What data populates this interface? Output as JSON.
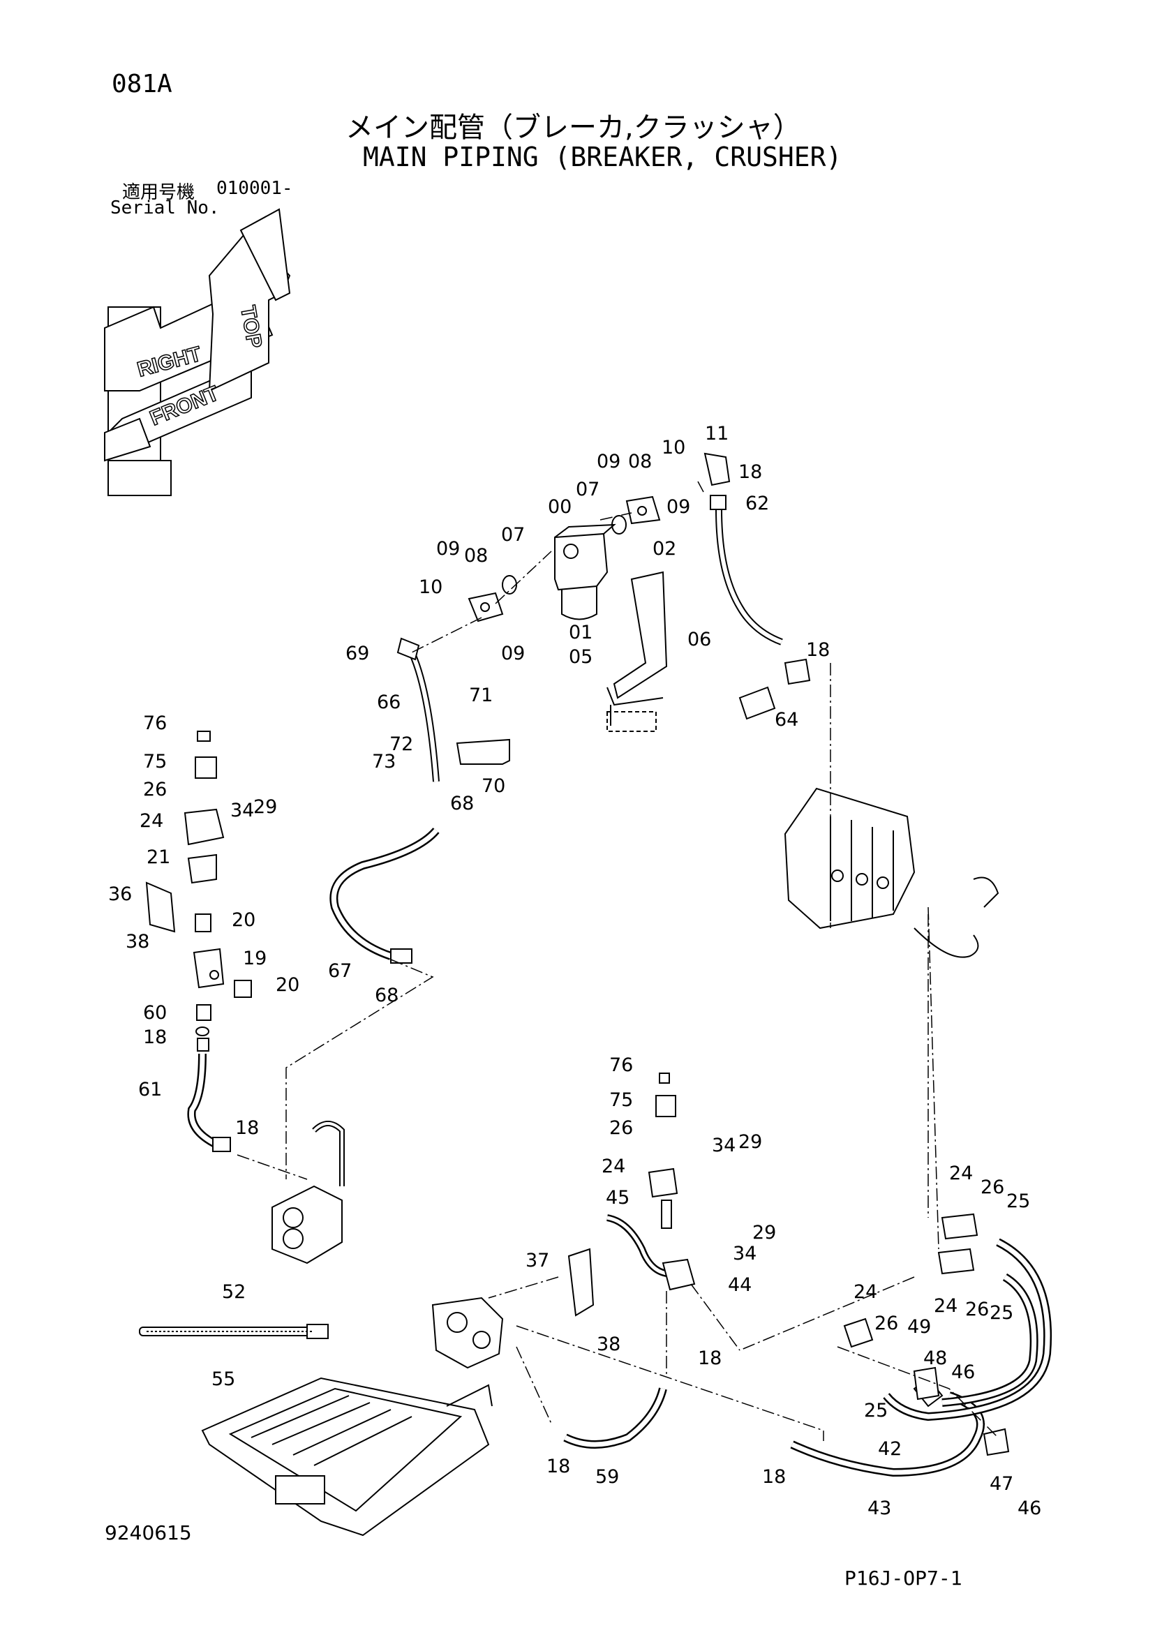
{
  "header": {
    "page_code": "081A",
    "title_jp": "メイン配管（ブレーカ,クラッシャ）",
    "title_en": "MAIN PIPING (BREAKER, CRUSHER)",
    "serial_label_jp": "適用号機",
    "serial_value": "010001-",
    "serial_label_en": "Serial No."
  },
  "orientation_labels": {
    "top": "TOP",
    "right": "RIGHT",
    "front": "FRONT"
  },
  "part_callouts": [
    {
      "id": "c11",
      "num": "11"
    },
    {
      "id": "c10a",
      "num": "10"
    },
    {
      "id": "c09a",
      "num": "09"
    },
    {
      "id": "c08a",
      "num": "08"
    },
    {
      "id": "c18a",
      "num": "18"
    },
    {
      "id": "c07a",
      "num": "07"
    },
    {
      "id": "c62",
      "num": "62"
    },
    {
      "id": "c00",
      "num": "00"
    },
    {
      "id": "c09b",
      "num": "09"
    },
    {
      "id": "c02",
      "num": "02"
    },
    {
      "id": "c09c",
      "num": "09"
    },
    {
      "id": "c08b",
      "num": "08"
    },
    {
      "id": "c07b",
      "num": "07"
    },
    {
      "id": "c10b",
      "num": "10"
    },
    {
      "id": "c09d",
      "num": "09"
    },
    {
      "id": "c01",
      "num": "01"
    },
    {
      "id": "c06",
      "num": "06"
    },
    {
      "id": "c05",
      "num": "05"
    },
    {
      "id": "c69",
      "num": "69"
    },
    {
      "id": "c18b",
      "num": "18"
    },
    {
      "id": "c64",
      "num": "64"
    },
    {
      "id": "c66",
      "num": "66"
    },
    {
      "id": "c71",
      "num": "71"
    },
    {
      "id": "c76a",
      "num": "76"
    },
    {
      "id": "c72",
      "num": "72"
    },
    {
      "id": "c73",
      "num": "73"
    },
    {
      "id": "c70",
      "num": "70"
    },
    {
      "id": "c75a",
      "num": "75"
    },
    {
      "id": "c26a",
      "num": "26"
    },
    {
      "id": "c68a",
      "num": "68"
    },
    {
      "id": "c24a",
      "num": "24"
    },
    {
      "id": "c34a",
      "num": "34"
    },
    {
      "id": "c29a",
      "num": "29"
    },
    {
      "id": "c21",
      "num": "21"
    },
    {
      "id": "c36",
      "num": "36"
    },
    {
      "id": "c20a",
      "num": "20"
    },
    {
      "id": "c38a",
      "num": "38"
    },
    {
      "id": "c19",
      "num": "19"
    },
    {
      "id": "c67",
      "num": "67"
    },
    {
      "id": "c20b",
      "num": "20"
    },
    {
      "id": "c68b",
      "num": "68"
    },
    {
      "id": "c60",
      "num": "60"
    },
    {
      "id": "c18c",
      "num": "18"
    },
    {
      "id": "c61",
      "num": "61"
    },
    {
      "id": "c76b",
      "num": "76"
    },
    {
      "id": "c75b",
      "num": "75"
    },
    {
      "id": "c18d",
      "num": "18"
    },
    {
      "id": "c26b",
      "num": "26"
    },
    {
      "id": "c34b",
      "num": "34"
    },
    {
      "id": "c29b",
      "num": "29"
    },
    {
      "id": "c24b",
      "num": "24"
    },
    {
      "id": "c24c",
      "num": "24"
    },
    {
      "id": "c26c",
      "num": "26"
    },
    {
      "id": "c25a",
      "num": "25"
    },
    {
      "id": "c45",
      "num": "45"
    },
    {
      "id": "c29c",
      "num": "29"
    },
    {
      "id": "c34c",
      "num": "34"
    },
    {
      "id": "c37",
      "num": "37"
    },
    {
      "id": "c44",
      "num": "44"
    },
    {
      "id": "c24d",
      "num": "24"
    },
    {
      "id": "c26d",
      "num": "26"
    },
    {
      "id": "c25b",
      "num": "25"
    },
    {
      "id": "c52",
      "num": "52"
    },
    {
      "id": "c24e",
      "num": "24"
    },
    {
      "id": "c26e",
      "num": "26"
    },
    {
      "id": "c49",
      "num": "49"
    },
    {
      "id": "c38b",
      "num": "38"
    },
    {
      "id": "c18e",
      "num": "18"
    },
    {
      "id": "c48",
      "num": "48"
    },
    {
      "id": "c46a",
      "num": "46"
    },
    {
      "id": "c55",
      "num": "55"
    },
    {
      "id": "c25c",
      "num": "25"
    },
    {
      "id": "c42",
      "num": "42"
    },
    {
      "id": "c18f",
      "num": "18"
    },
    {
      "id": "c18g",
      "num": "18"
    },
    {
      "id": "c59",
      "num": "59"
    },
    {
      "id": "c47",
      "num": "47"
    },
    {
      "id": "c43",
      "num": "43"
    },
    {
      "id": "c46b",
      "num": "46"
    }
  ],
  "footer": {
    "doc_number": "9240615",
    "page_ref": "P16J-OP7-1"
  }
}
